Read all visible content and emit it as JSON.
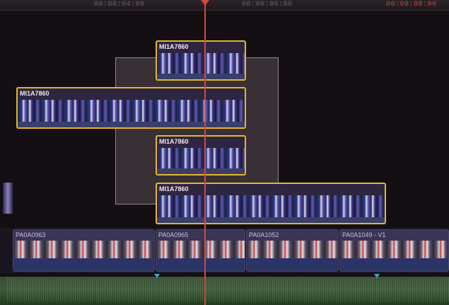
{
  "ruler": {
    "timecodes": [
      "00:00:04:00",
      "00:00:06:00",
      "00:00:08:00"
    ]
  },
  "connected_clips": [
    {
      "name": "MI1A7860"
    },
    {
      "name": "MI1A7860"
    },
    {
      "name": "MI1A7860"
    },
    {
      "name": "MI1A7860"
    }
  ],
  "primary_clips": [
    {
      "name": "PA0A0963"
    },
    {
      "name": "PA0A0965"
    },
    {
      "name": "PA0A1052"
    },
    {
      "name": "PA0A1049 - V1"
    }
  ],
  "colors": {
    "selected_clip_border": "#e8b52a",
    "playhead": "#d24a3f",
    "marker": "#3aa0e6"
  }
}
